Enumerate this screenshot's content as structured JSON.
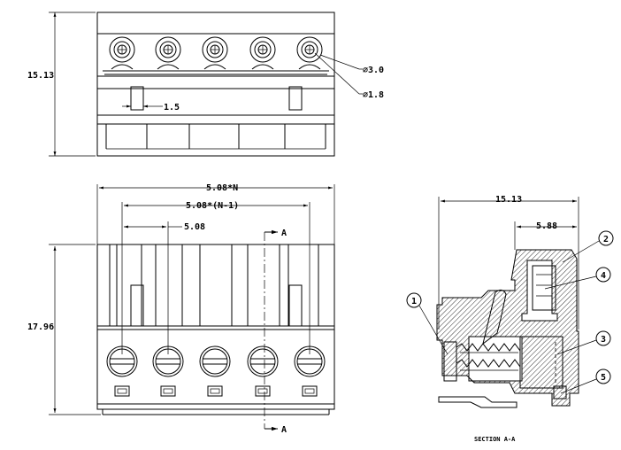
{
  "top_view": {
    "height_label": "15.13",
    "hole_outer_label": "⌀3.0",
    "hole_inner_label": "⌀1.8",
    "gap_label": "1.5"
  },
  "front_view": {
    "overall_width_label": "5.08*N",
    "pitch_span_label": "5.08*(N-1)",
    "pitch_label": "5.08",
    "height_label": "17.96",
    "section_marker": "A"
  },
  "section_view": {
    "width_label": "15.13",
    "inner_width_label": "5.88",
    "caption": "SECTION A-A",
    "callouts": [
      "1",
      "2",
      "3",
      "4",
      "5"
    ]
  }
}
